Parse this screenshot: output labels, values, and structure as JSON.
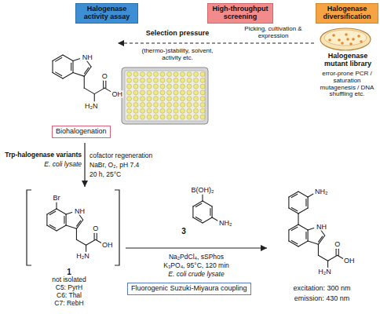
{
  "diagram": {
    "nodes": [
      {
        "text": [
          "Halogenase activity assay"
        ]
      },
      {
        "text": [
          "High-throughput screening"
        ]
      },
      {
        "text": [
          "Halogenase diversification"
        ]
      },
      {
        "text": [
          "Biohalogenation"
        ]
      },
      {
        "text": [
          "Fluorogenic Suzuki-Miyaura coupling"
        ]
      }
    ],
    "labels": [
      "Selection pressure",
      "(thermo-)stability, solvent, activity etc.",
      "Picking, cultivation & expression",
      "Halogenase mutant library",
      "error-prone PCR / saturation mutagenesis / DNA shuffling etc.",
      "NH",
      "H₂N",
      "O",
      "OH",
      "Trp-halogenase variants",
      "E. coli lysate",
      "cofactor regeneration",
      "NaBr, O₂, pH 7.4",
      "20 h, 25°C",
      "Br",
      "NH",
      "H₂N",
      "O",
      "OH",
      "1",
      "not isolated",
      "C5: PyrH",
      "C6: Thal",
      "C7: RebH",
      "B(OH)₂",
      "NH₂",
      "3",
      "Na₂PdCl₄, sSPhos",
      "K₃PO₄, 95°C, 120 min",
      "E. coli crude lysate",
      "NH₂",
      "NH",
      "H₂N",
      "O",
      "OH",
      "excitation: 300 nm",
      "emission: 430 nm"
    ]
  }
}
